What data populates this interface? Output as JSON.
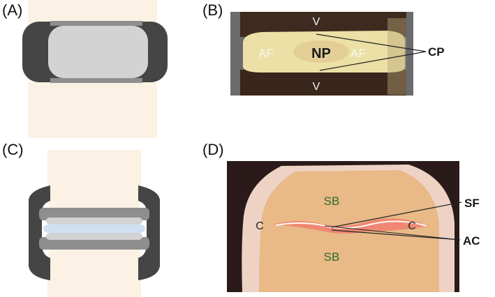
{
  "panels": [
    {
      "label": "(A)"
    },
    {
      "label": "(B)",
      "annotations": {
        "vertebra_top": "V",
        "vertebra_bottom": "V",
        "annulus_left": "AF",
        "nucleus": "NP",
        "annulus_right": "AF",
        "cartilage_plate": "CP"
      }
    },
    {
      "label": "(C)"
    },
    {
      "label": "(D)",
      "annotations": {
        "bone_top": "SB",
        "bone_bottom": "SB",
        "capsule_left": "C",
        "capsule_right": "C",
        "synovial_fluid": "SF",
        "articular_cartilage": "AC"
      }
    }
  ],
  "colors": {
    "bone": "#fbf1e4",
    "capsule": "#454545",
    "nucleus": "#d3d3d3",
    "plate": "#8e8e8e",
    "fluid": "#cfe0f2",
    "vertebra_tissue": "#3e2a1e",
    "disc_tissue": "#ece0a6",
    "joint_bone": "#e9b987",
    "joint_margin": "#eed3c5"
  }
}
